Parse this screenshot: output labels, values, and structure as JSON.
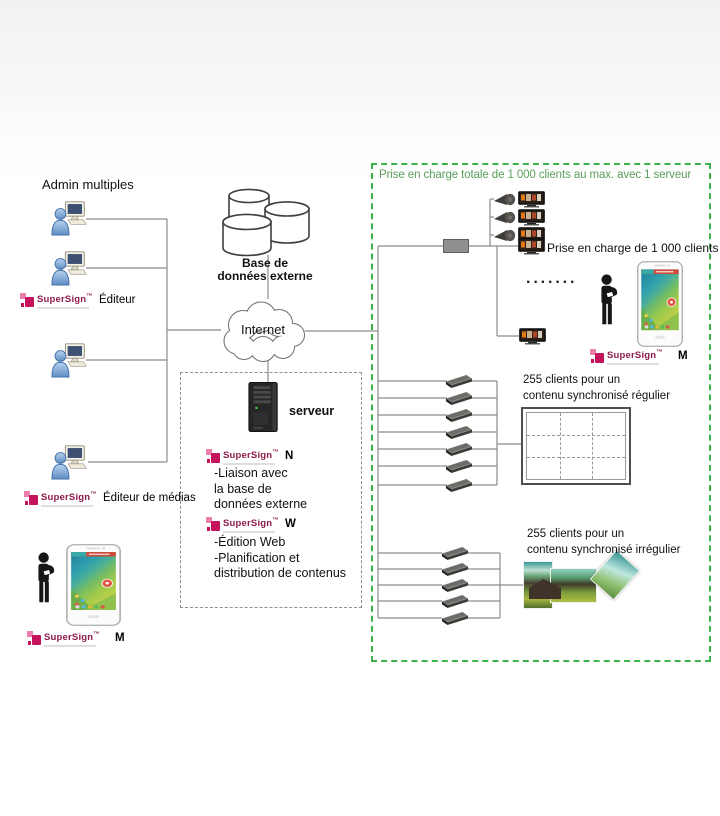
{
  "colors": {
    "green_border": "#3cb24a",
    "green_text": "#5b9e5b",
    "line": "#8c8c8c",
    "brand_pink": "#c4135c",
    "brand_text": "#8e1a4c"
  },
  "header": {
    "admin_label": "Admin multiples"
  },
  "logos": {
    "brand": "SuperSign",
    "tm": "™",
    "editor_suffix": "Éditeur",
    "media_editor_suffix": "Éditeur de médias",
    "n_suffix": "N",
    "w_suffix": "W",
    "m_suffix": "M"
  },
  "database": {
    "line1": "Base de",
    "line2": "données externe"
  },
  "internet_label": "Internet",
  "server": {
    "label": "serveur",
    "n_features": [
      "-Liaison avec",
      "la base de",
      "données externe"
    ],
    "w_features": [
      "-Édition Web",
      "-Planification et",
      "distribution de contenus"
    ]
  },
  "green_box": {
    "title": "Prise en charge totale de 1 000 clients au max. avec 1 serveur",
    "clients_label": "Prise en charge de 1 000 clients",
    "dots": "·······",
    "regular_line1": "255 clients pour un",
    "regular_line2": "contenu synchronisé régulier",
    "irregular_line1": "255 clients pour un",
    "irregular_line2": "contenu synchronisé irrégulier"
  }
}
